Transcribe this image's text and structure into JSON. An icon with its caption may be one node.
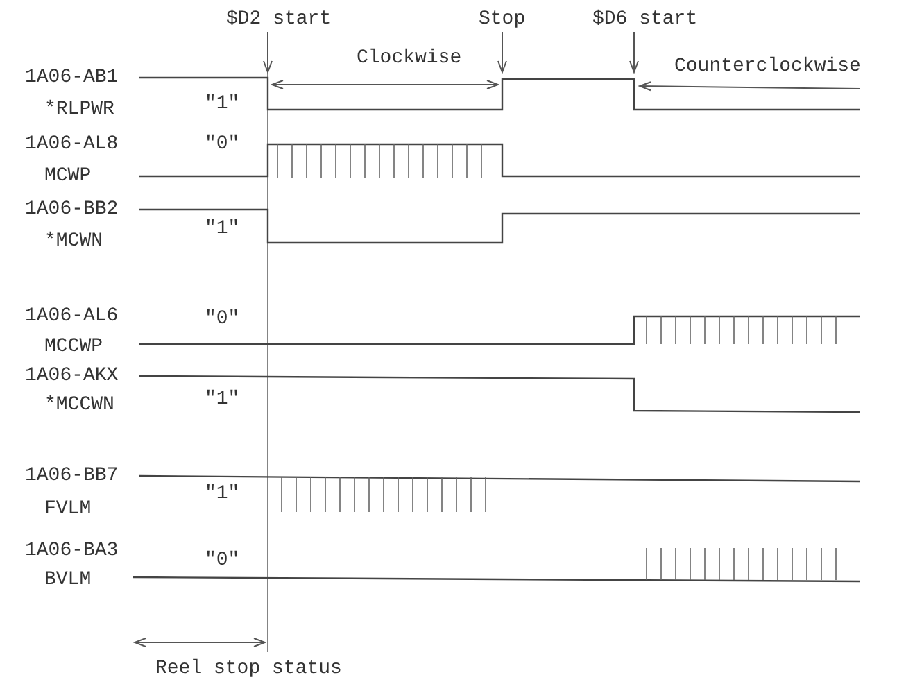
{
  "diagram": {
    "labels": [
      "$D2 start",
      "Stop",
      "$D6 start",
      "Clockwise",
      "Counterclockwise",
      "1A06-AB1",
      "*RLPWR",
      "\"1\"",
      "1A06-AL8",
      "MCWP",
      "\"0\"",
      "1A06-BB2",
      "*MCWN",
      "\"1\"",
      "1A06-AL6",
      "MCCWP",
      "\"0\"",
      "1A06-AKX",
      "*MCCWN",
      "\"1\"",
      "1A06-BB7",
      "FVLM",
      "\"1\"",
      "1A06-BA3",
      "BVLM",
      "\"0\"",
      "Reel stop status"
    ]
  }
}
